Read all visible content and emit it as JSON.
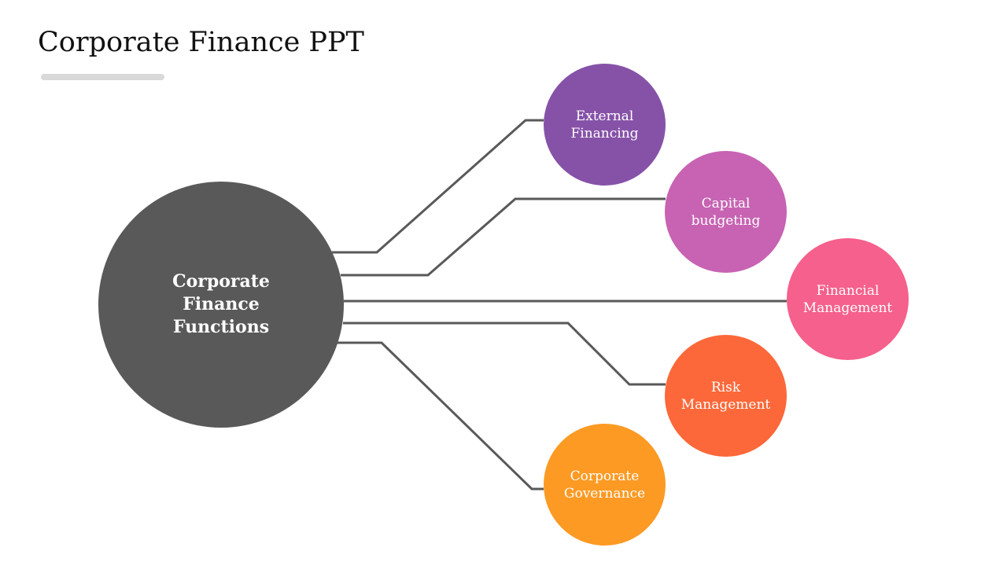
{
  "slide": {
    "title": "Corporate Finance PPT"
  },
  "hub": {
    "label": "Corporate\nFinance\nFunctions",
    "color": "#595959"
  },
  "nodes": [
    {
      "label": "External\nFinancing",
      "color": "#8652A8"
    },
    {
      "label": "Capital\nbudgeting",
      "color": "#C763B2"
    },
    {
      "label": "Financial\nManagement",
      "color": "#F5608C"
    },
    {
      "label": "Risk\nManagement",
      "color": "#FC6839"
    },
    {
      "label": "Corporate\nGovernance",
      "color": "#FC9A24"
    }
  ],
  "connector_color": "#595959",
  "underline_color": "#D9D9D9"
}
